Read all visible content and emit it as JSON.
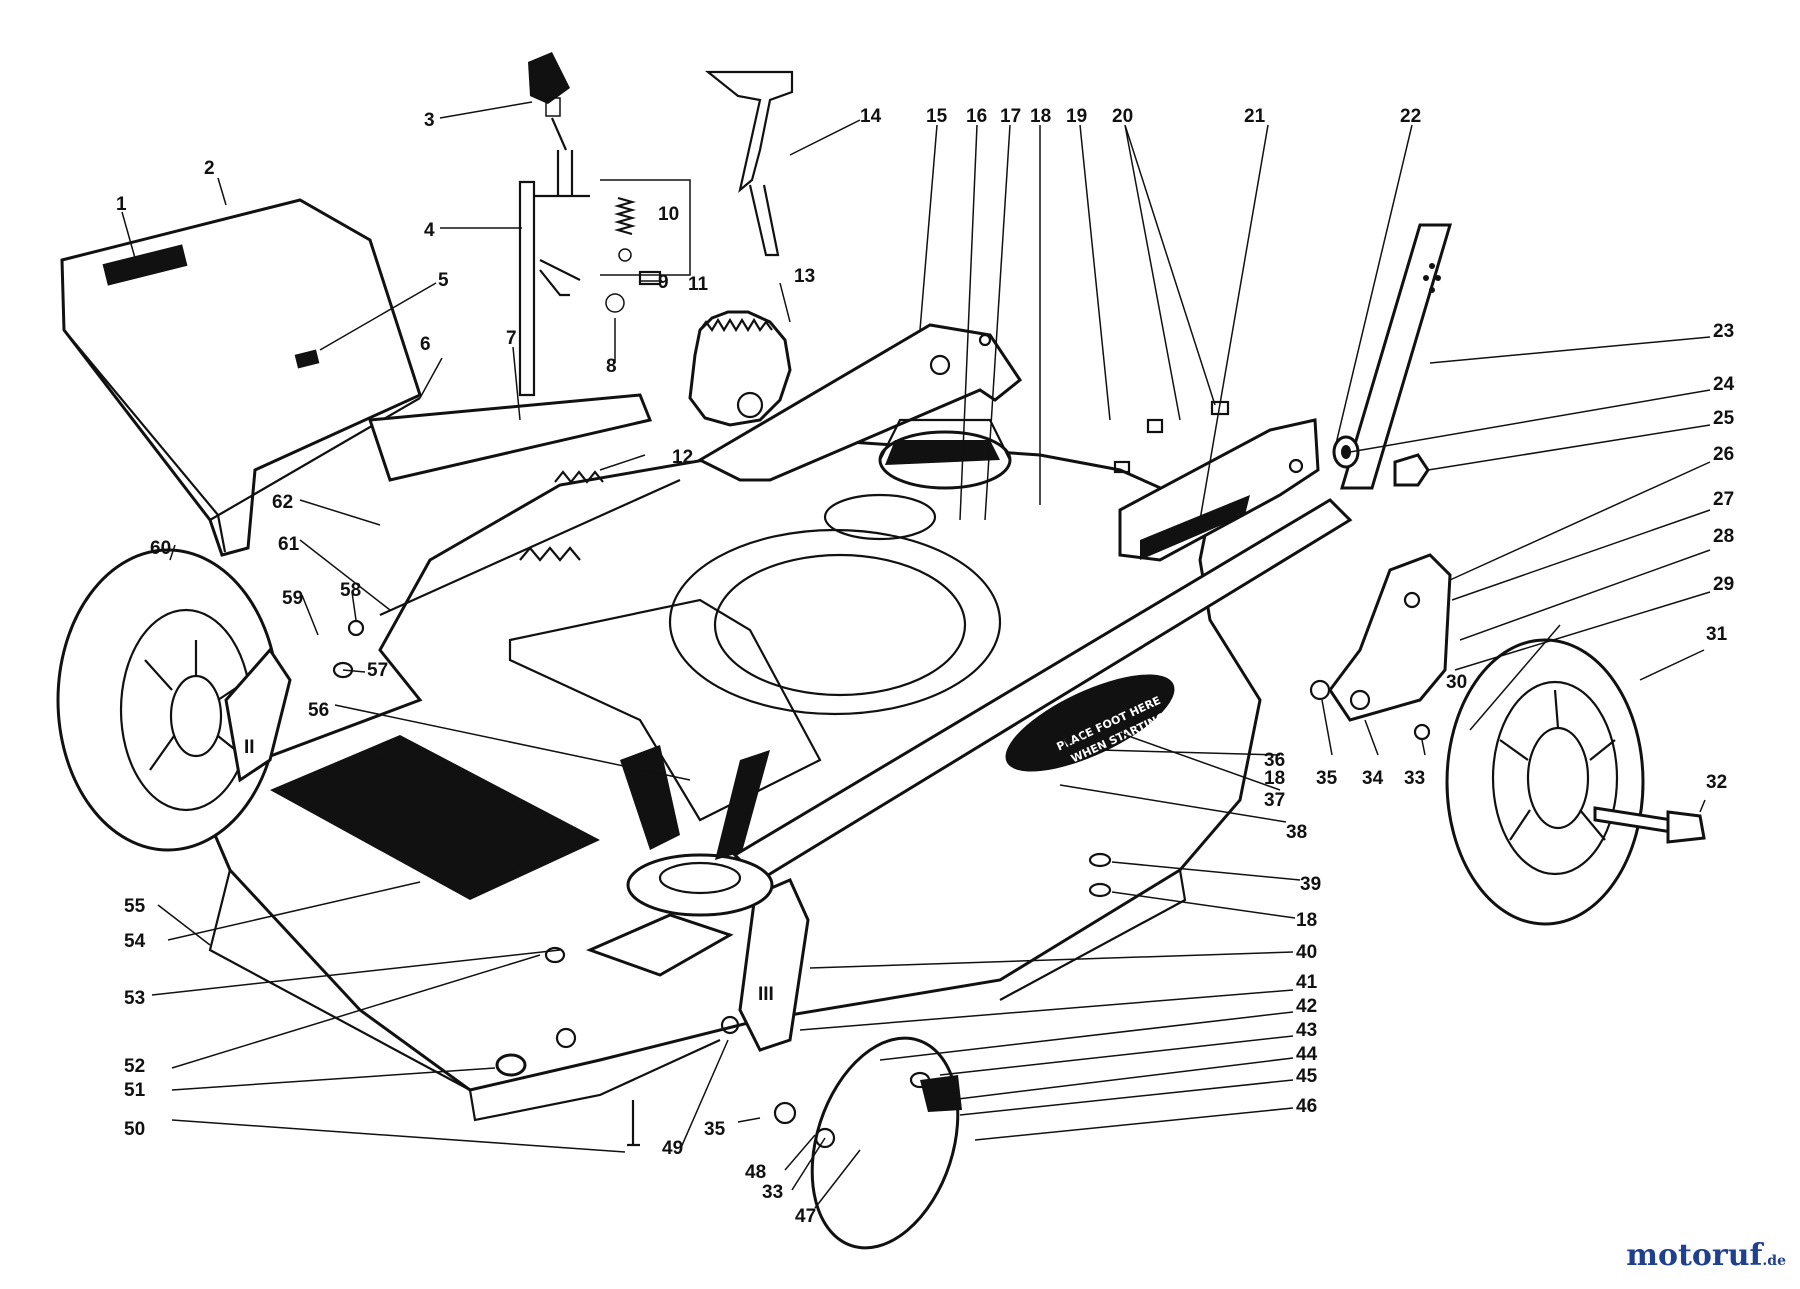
{
  "decal": {
    "line1": "PLACE FOOT HERE",
    "line2": "WHEN STARTING"
  },
  "axle_marks": {
    "left": "II",
    "right": "III"
  },
  "watermark": {
    "name": "motoruf",
    "tld": ".de"
  },
  "colors": {
    "ink": "#111111",
    "paper": "#ffffff",
    "watermark": "#1f3f8f"
  },
  "callouts": [
    {
      "label": "1"
    },
    {
      "label": "2"
    },
    {
      "label": "3"
    },
    {
      "label": "4"
    },
    {
      "label": "5"
    },
    {
      "label": "6"
    },
    {
      "label": "7"
    },
    {
      "label": "8"
    },
    {
      "label": "9"
    },
    {
      "label": "10"
    },
    {
      "label": "11"
    },
    {
      "label": "12"
    },
    {
      "label": "13"
    },
    {
      "label": "14"
    },
    {
      "label": "15"
    },
    {
      "label": "16"
    },
    {
      "label": "17"
    },
    {
      "label": "18"
    },
    {
      "label": "19"
    },
    {
      "label": "20"
    },
    {
      "label": "21"
    },
    {
      "label": "22"
    },
    {
      "label": "23"
    },
    {
      "label": "24"
    },
    {
      "label": "25"
    },
    {
      "label": "26"
    },
    {
      "label": "27"
    },
    {
      "label": "28"
    },
    {
      "label": "29"
    },
    {
      "label": "30"
    },
    {
      "label": "31"
    },
    {
      "label": "32"
    },
    {
      "label": "33"
    },
    {
      "label": "34"
    },
    {
      "label": "35"
    },
    {
      "label": "18"
    },
    {
      "label": "36"
    },
    {
      "label": "37"
    },
    {
      "label": "38"
    },
    {
      "label": "39"
    },
    {
      "label": "18"
    },
    {
      "label": "40"
    },
    {
      "label": "41"
    },
    {
      "label": "42"
    },
    {
      "label": "43"
    },
    {
      "label": "44"
    },
    {
      "label": "45"
    },
    {
      "label": "46"
    },
    {
      "label": "47"
    },
    {
      "label": "33"
    },
    {
      "label": "48"
    },
    {
      "label": "35"
    },
    {
      "label": "49"
    },
    {
      "label": "50"
    },
    {
      "label": "51"
    },
    {
      "label": "52"
    },
    {
      "label": "53"
    },
    {
      "label": "54"
    },
    {
      "label": "55"
    },
    {
      "label": "56"
    },
    {
      "label": "57"
    },
    {
      "label": "58"
    },
    {
      "label": "59"
    },
    {
      "label": "60"
    },
    {
      "label": "61"
    },
    {
      "label": "62"
    }
  ]
}
